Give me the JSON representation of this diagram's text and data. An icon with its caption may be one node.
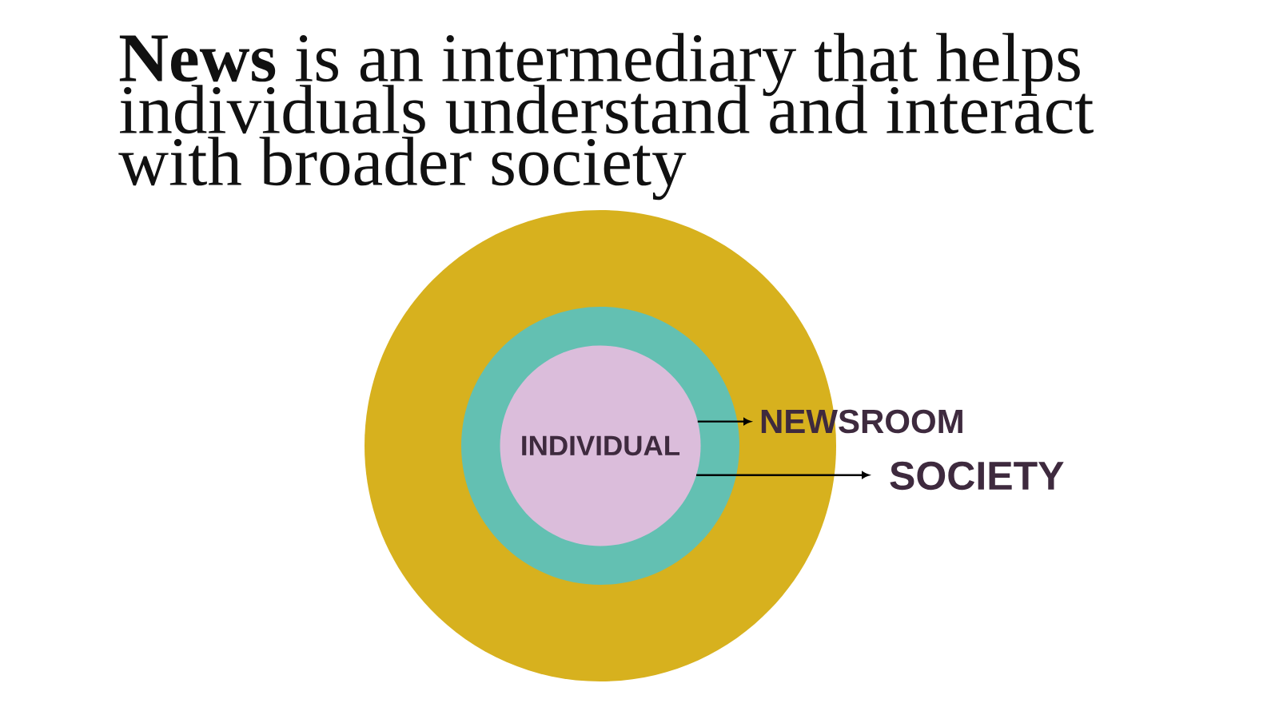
{
  "diagram": {
    "title": "**News** is an intermediary that helps individuals understand and interact with broader society",
    "nodes": [
      {
        "text": [],
        "shape": "circle"
      },
      {
        "text": [],
        "shape": "circle",
        "in": 0
      },
      {
        "text": [
          "INDIVIDUAL"
        ],
        "in": 1
      },
      {
        "text": [
          "NEWSROOM"
        ]
      },
      {
        "text": [
          "SOCIETY"
        ]
      }
    ],
    "edges": [
      {
        "from": 2,
        "to": 3,
        "arrow": "to"
      },
      {
        "from": 2,
        "to": 4,
        "arrow": "to"
      }
    ]
  }
}
